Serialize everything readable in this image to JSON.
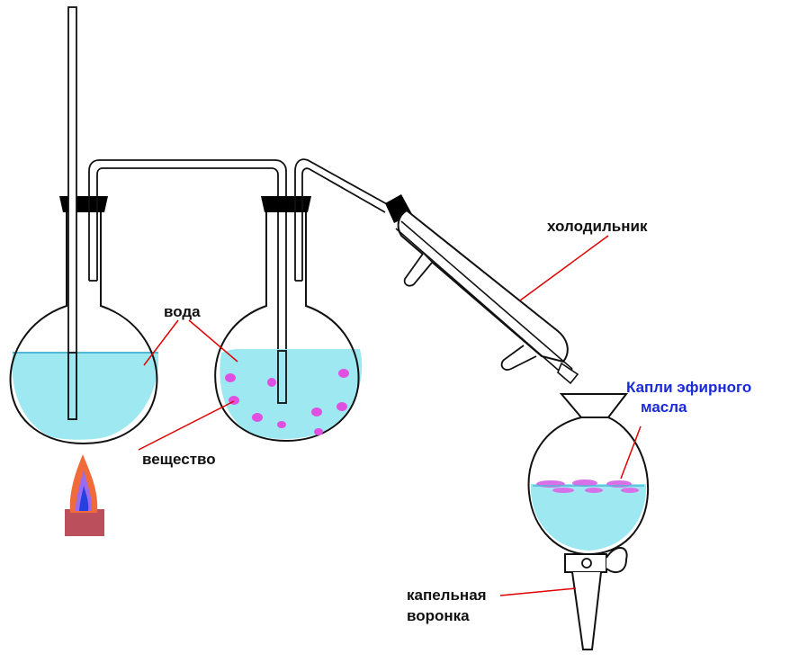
{
  "labels": {
    "water": "вода",
    "substance": "вещество",
    "condenser": "холодильник",
    "oil_line1": "Капли эфирного",
    "oil_line2": "масла",
    "funnel_line1": "капельная",
    "funnel_line2": "воронка"
  },
  "colors": {
    "water": "#9ee8f2",
    "water_line": "#52b8d8",
    "substance": "#e050e0",
    "oil": "#d870e8",
    "glass": "#111111",
    "stopper": "#000000",
    "leader": "#e00000",
    "accent_text": "#1a2ad8",
    "flame_outer": "#f06a3a",
    "flame_inner": "#2440e0",
    "burner": "#b03040"
  },
  "icons": [
    "burner-flame-icon",
    "round-flask-icon",
    "condenser-icon",
    "separatory-funnel-icon"
  ]
}
